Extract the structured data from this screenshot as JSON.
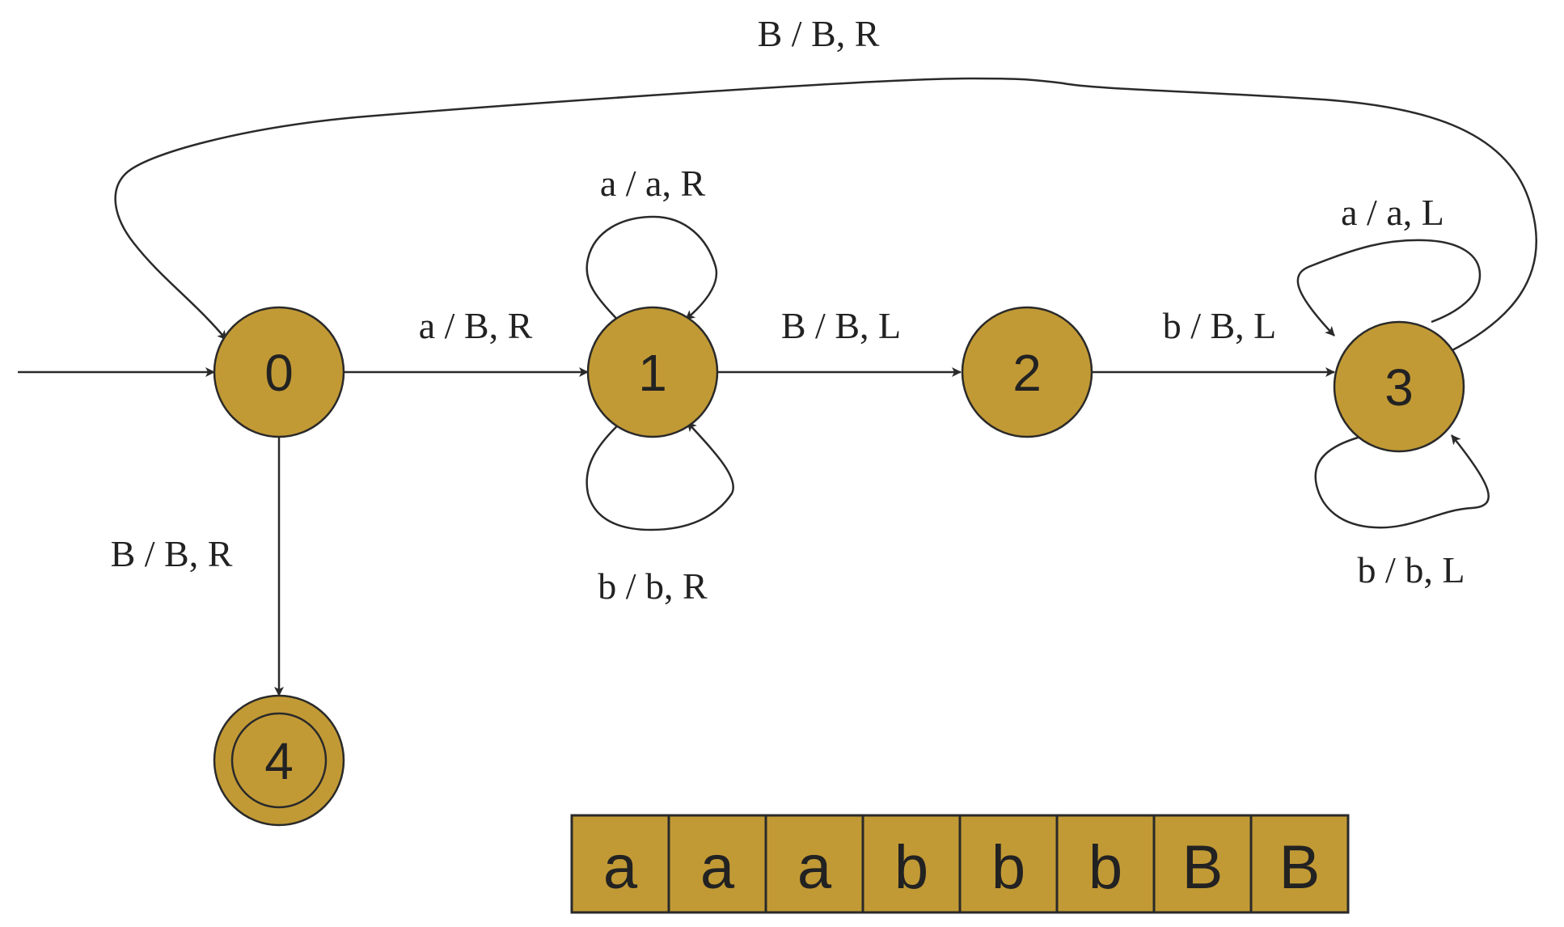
{
  "colors": {
    "state_fill": "#c29a35",
    "stroke": "#2a2a2a",
    "text": "#222222",
    "background": "#ffffff"
  },
  "states": [
    {
      "id": "0",
      "label": "0",
      "start": true,
      "accepting": false
    },
    {
      "id": "1",
      "label": "1",
      "start": false,
      "accepting": false
    },
    {
      "id": "2",
      "label": "2",
      "start": false,
      "accepting": false
    },
    {
      "id": "3",
      "label": "3",
      "start": false,
      "accepting": false
    },
    {
      "id": "4",
      "label": "4",
      "start": false,
      "accepting": true
    }
  ],
  "transitions": [
    {
      "from": "0",
      "to": "1",
      "label": "a / B, R"
    },
    {
      "from": "1",
      "to": "1",
      "label": "a / a, R"
    },
    {
      "from": "1",
      "to": "1",
      "label": "b / b, R"
    },
    {
      "from": "1",
      "to": "2",
      "label": "B / B, L"
    },
    {
      "from": "2",
      "to": "3",
      "label": "b / B, L"
    },
    {
      "from": "3",
      "to": "3",
      "label": "a / a, L"
    },
    {
      "from": "3",
      "to": "3",
      "label": "b / b, L"
    },
    {
      "from": "3",
      "to": "0",
      "label": "B / B, R"
    },
    {
      "from": "0",
      "to": "4",
      "label": "B / B, R"
    }
  ],
  "tape": [
    "a",
    "a",
    "a",
    "b",
    "b",
    "b",
    "B",
    "B"
  ]
}
